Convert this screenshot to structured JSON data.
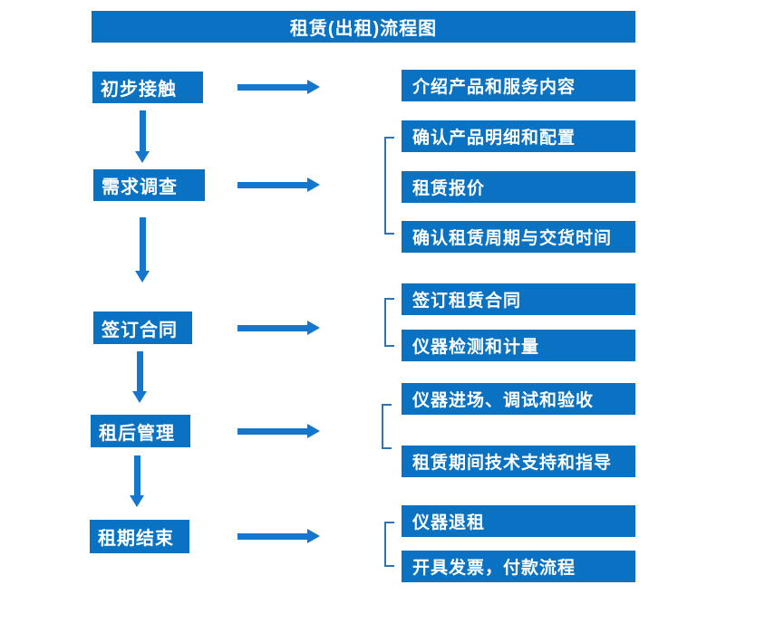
{
  "title": "租赁(出租)流程图",
  "colors": {
    "box_blue": "#0a72c3",
    "arrow_blue": "#1576cd",
    "bracket_blue": "#2e75b6",
    "text_white": "#ffffff",
    "background": "#ffffff"
  },
  "steps": [
    {
      "label": "初步接触",
      "details": [
        "介绍产品和服务内容"
      ]
    },
    {
      "label": "需求调查",
      "details": [
        "确认产品明细和配置",
        "租赁报价",
        "确认租赁周期与交货时间"
      ]
    },
    {
      "label": "签订合同",
      "details": [
        "签订租赁合同",
        "仪器检测和计量"
      ]
    },
    {
      "label": "租后管理",
      "details": [
        "仪器进场、调试和验收",
        "租赁期间技术支持和指导"
      ]
    },
    {
      "label": "租期结束",
      "details": [
        "仪器退租",
        "开具发票，付款流程"
      ]
    }
  ]
}
